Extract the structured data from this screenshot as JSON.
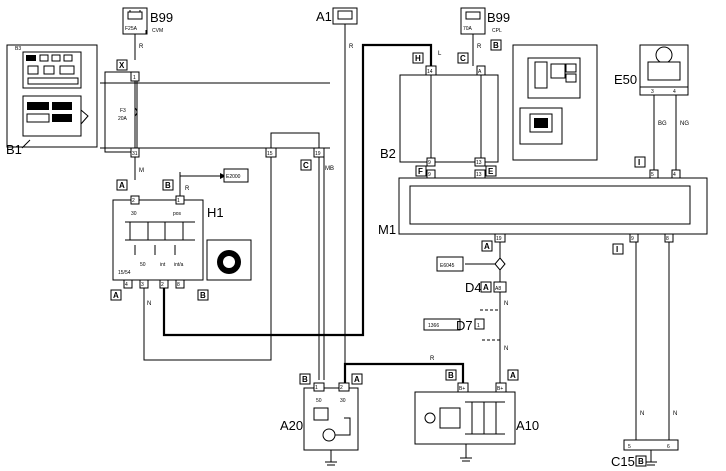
{
  "components": {
    "B99_left": "B99",
    "B99_left_sub": "CVM",
    "B99_left_fuse": "F25A",
    "A1": "A1",
    "B99_right": "B99",
    "B99_right_sub": "CPL",
    "B99_right_fuse": "70A",
    "B1": "B1",
    "B2": "B2",
    "E50": "E50",
    "H1": "H1",
    "M1": "M1",
    "D4": "D4",
    "D7": "D7",
    "A20": "A20",
    "A10": "A10",
    "C15": "C15",
    "E2000": "E2000",
    "E6045": "E6045",
    "ref_1366": "1366",
    "fuse_f3": "F3",
    "fuse_f3_rating": "20A"
  },
  "h1_labels": {
    "t30": "30",
    "t15_54": "15/54",
    "t50": "50",
    "tint": "int",
    "tinta": "int/a",
    "tpos": "pos"
  },
  "a20_labels": {
    "t50": "50",
    "t30": "30"
  },
  "connectors": {
    "X": "X",
    "A": "A",
    "B": "B",
    "C": "C",
    "H": "H",
    "F": "F",
    "E": "E",
    "I": "I"
  },
  "pins": {
    "p1": "1",
    "p2": "2",
    "p3": "3",
    "p4": "4",
    "p5": "5",
    "p6": "6",
    "p7": "7",
    "p8": "8",
    "p9": "9",
    "p13": "13",
    "p14": "14",
    "p15": "15",
    "p19": "19",
    "p31": "31",
    "pA": "A",
    "pA8": "A8",
    "pB": "B",
    "pBplus1": "B+",
    "pBplus2": "B+"
  },
  "wire_colors": {
    "R": "R",
    "M": "M",
    "L": "L",
    "N": "N",
    "MB": "MB",
    "BG": "BG",
    "NG": "NG"
  }
}
